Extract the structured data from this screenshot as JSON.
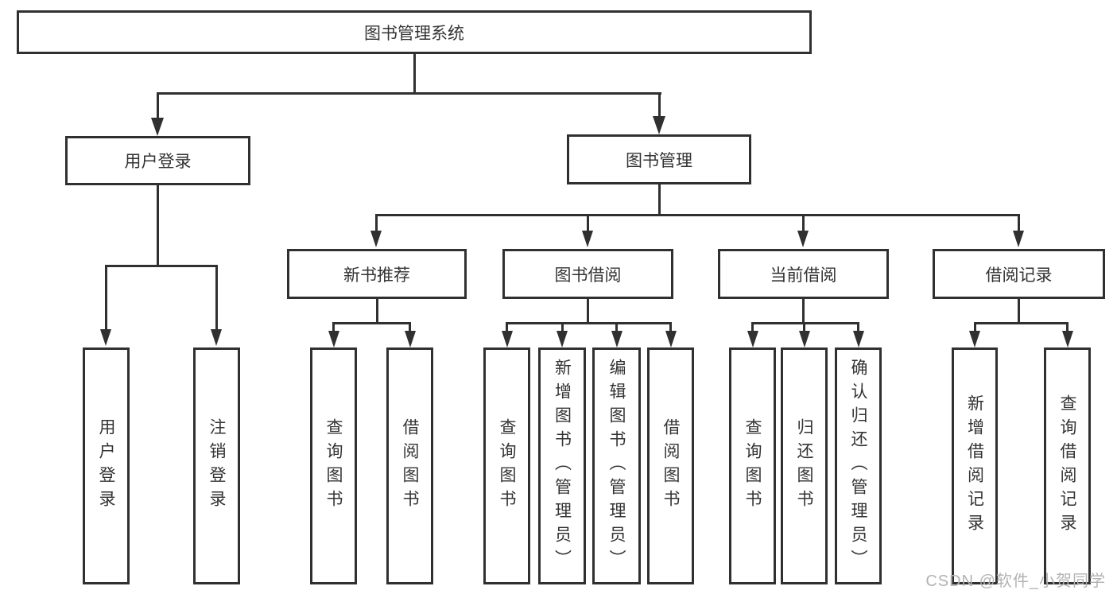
{
  "tree": {
    "root": {
      "label": "图书管理系统"
    },
    "branches": [
      {
        "label": "用户登录",
        "children": [
          {
            "label": "用户登录"
          },
          {
            "label": "注销登录"
          }
        ]
      },
      {
        "label": "图书管理",
        "sections": [
          {
            "label": "新书推荐",
            "children": [
              {
                "label": "查询图书"
              },
              {
                "label": "借阅图书"
              }
            ]
          },
          {
            "label": "图书借阅",
            "children": [
              {
                "label": "查询图书"
              },
              {
                "label": "新增图书（管理员）"
              },
              {
                "label": "编辑图书（管理员）"
              },
              {
                "label": "借阅图书"
              }
            ]
          },
          {
            "label": "当前借阅",
            "children": [
              {
                "label": "查询图书"
              },
              {
                "label": "归还图书"
              },
              {
                "label": "确认归还（管理员）"
              }
            ]
          },
          {
            "label": "借阅记录",
            "children": [
              {
                "label": "新增借阅记录"
              },
              {
                "label": "查询借阅记录"
              }
            ]
          }
        ]
      }
    ]
  },
  "watermark": {
    "text": "CSDN @软件_小贺同学"
  },
  "colors": {
    "line": "#303030",
    "text": "#333333",
    "watermark": "#b3b3b3",
    "background": "#ffffff"
  }
}
